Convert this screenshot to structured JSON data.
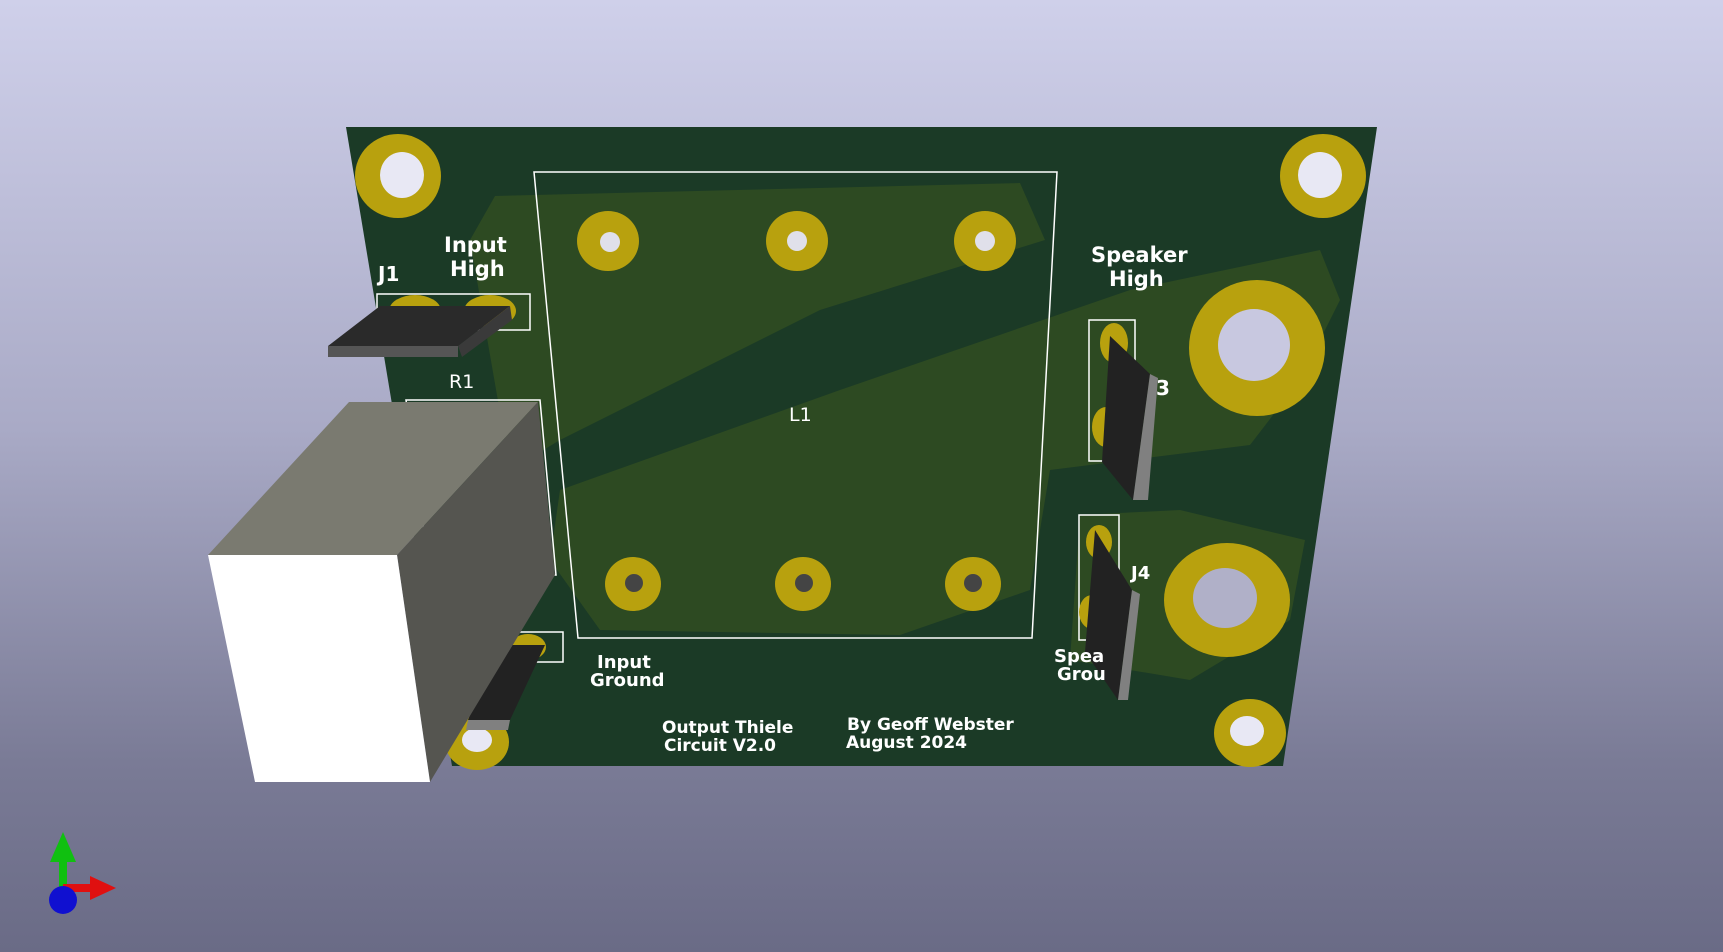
{
  "viewer": {
    "background_top": "#cfd0ea",
    "background_bottom": "#6a6b86",
    "board_color": "#1b3a26",
    "copper_color": "#b8a10e",
    "silkscreen_color": "#ffffff"
  },
  "board": {
    "labels": {
      "j1": "J1",
      "input_high_line1": "Input",
      "input_high_line2": "High",
      "r1": "R1",
      "l1": "L1",
      "speaker_high_line1": "Speaker",
      "speaker_high_line2": "High",
      "j3_fragment": "3",
      "j4_fragment": "J4",
      "input_ground_line1": "Input",
      "input_ground_line2": "Ground",
      "speaker_ground_line1": "Spea",
      "speaker_ground_line2": "Grou",
      "title_line1": "Output Thiele",
      "title_line2": "Circuit V2.0",
      "author_line1": "By Geoff Webster",
      "author_line2": "August 2024"
    }
  },
  "axes_gizmo": {
    "icon": "xyz-axes-icon",
    "x_color": "#e01010",
    "y_color": "#10c010",
    "z_color": "#1010d0"
  }
}
